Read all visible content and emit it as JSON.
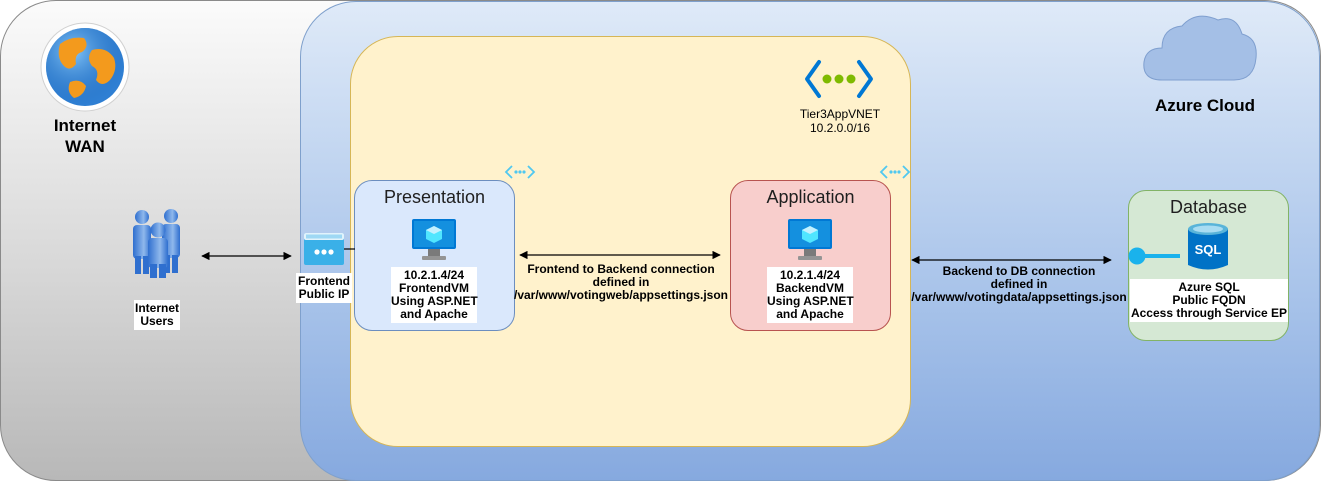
{
  "zones": {
    "internet": {
      "title_line1": "Internet",
      "title_line2": "WAN"
    },
    "azure": {
      "title": "Azure Cloud"
    }
  },
  "users": {
    "line1": "Internet",
    "line2": "Users"
  },
  "frontend_ip": {
    "line1": "Frontend",
    "line2": "Public IP"
  },
  "vnet": {
    "name": "Tier3AppVNET",
    "cidr": "10.2.0.0/16"
  },
  "presentation": {
    "title": "Presentation",
    "lines": [
      "10.2.1.4/24",
      "FrontendVM",
      "Using ASP.NET",
      "and Apache"
    ]
  },
  "application": {
    "title": "Application",
    "lines": [
      "10.2.1.4/24",
      "BackendVM",
      "Using ASP.NET",
      "and Apache"
    ]
  },
  "database": {
    "title": "Database",
    "icon_text": "SQL",
    "lines": [
      "Azure SQL",
      "Public FQDN",
      "Access through Service EP"
    ]
  },
  "connections": {
    "front_back": [
      "Frontend to Backend  connection",
      "defined in",
      "/var/www/votingweb/appsettings.json"
    ],
    "back_db": [
      "Backend to DB connection",
      "defined in",
      "/var/www/votingdata/appsettings.json"
    ]
  },
  "colors": {
    "vnet_fill": "#fff2cc",
    "presentation_fill": "#dae8fc",
    "application_fill": "#f8cecc",
    "database_fill": "#d5e8d4",
    "azure_blue": "#0078d4",
    "accent_teal": "#50e6ff"
  },
  "icons": [
    "globe-icon",
    "cloud-icon",
    "vnet-icon",
    "users-icon",
    "public-ip-icon",
    "vm-icon",
    "sql-database-icon",
    "service-endpoint-icon",
    "subnet-icon"
  ]
}
